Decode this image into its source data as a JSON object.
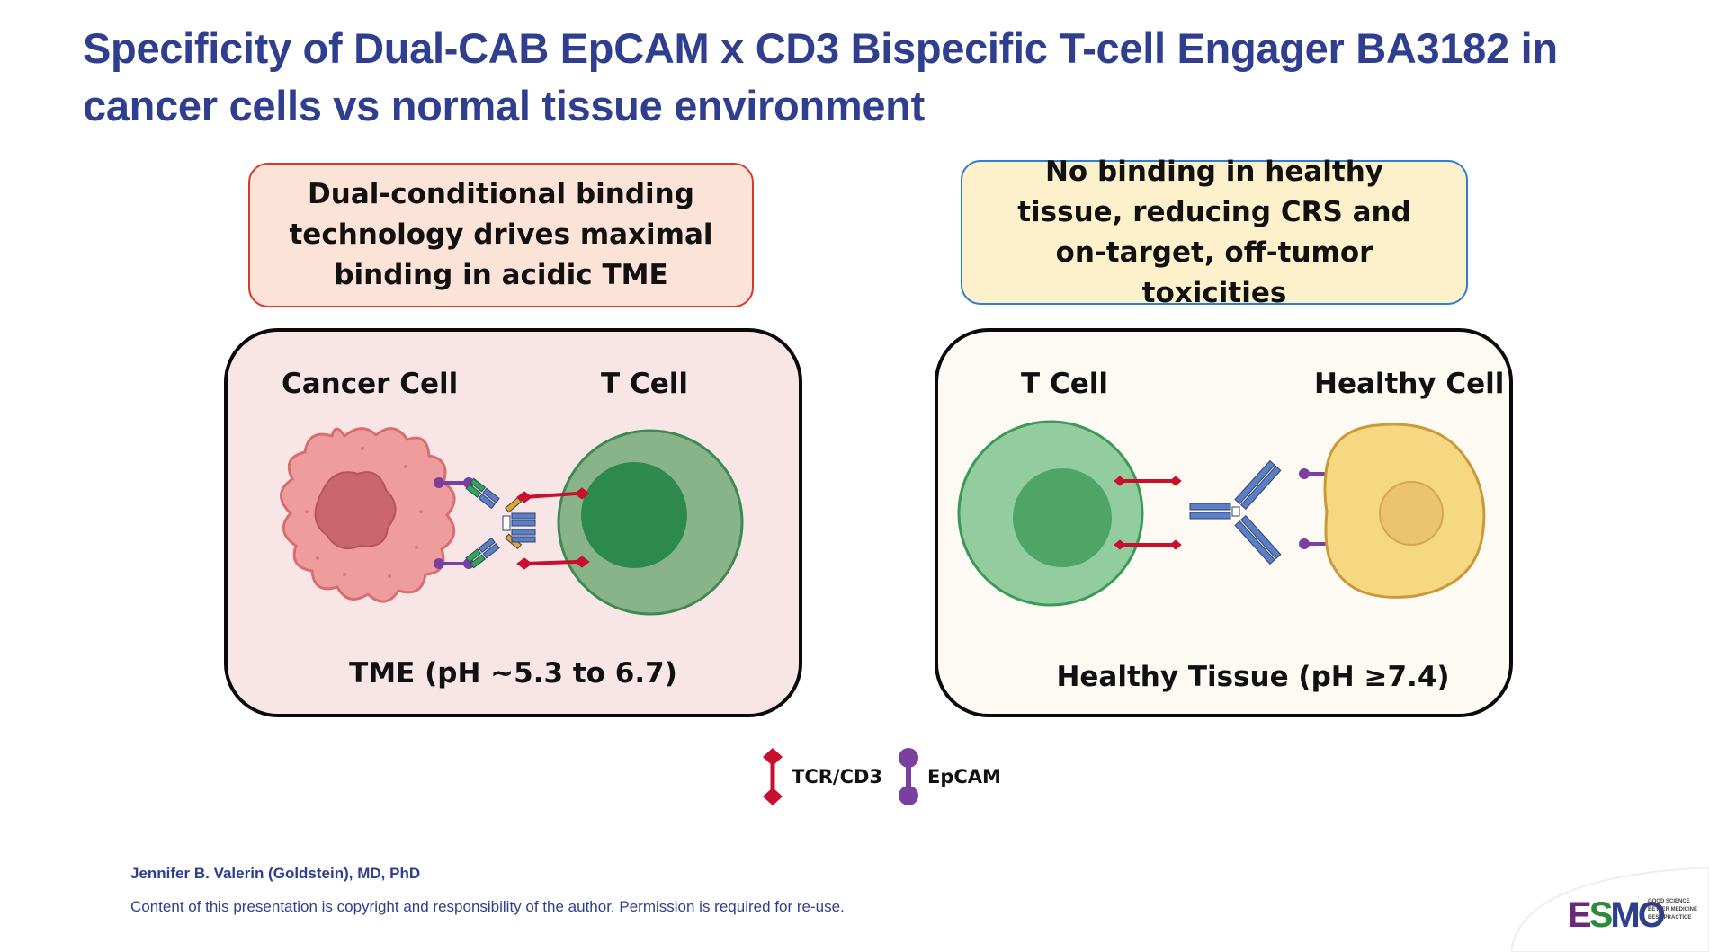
{
  "slide": {
    "title": "Specificity of Dual-CAB EpCAM x CD3 Bispecific T-cell Engager BA3182 in cancer cells vs normal tissue environment"
  },
  "left_panel": {
    "callout": "Dual-conditional binding technology drives maximal binding in acidic TME",
    "cell_left_label": "Cancer Cell",
    "cell_right_label": "T Cell",
    "environment_label": "TME (pH ~5.3 to 6.7)"
  },
  "right_panel": {
    "callout": "No binding in healthy tissue, reducing CRS and on-target, off-tumor toxicities",
    "cell_left_label": "T Cell",
    "cell_right_label": "Healthy Cell",
    "environment_label": "Healthy Tissue (pH ≥7.4)"
  },
  "legend": {
    "items": [
      {
        "label": "TCR/CD3",
        "color": "#c8102e",
        "icon": "tcr-cd3-receptor-icon"
      },
      {
        "label": "EpCAM",
        "color": "#7b3fa0",
        "icon": "epcam-receptor-icon"
      }
    ]
  },
  "footer": {
    "author": "Jennifer B. Valerin (Goldstein), MD, PhD",
    "copyright": "Content of this presentation is copyright and responsibility of the author. Permission is required for re-use.",
    "logo_text": "ESMO",
    "logo_tagline": [
      "GOOD SCIENCE",
      "BETTER MEDICINE",
      "BEST PRACTICE"
    ]
  },
  "colors": {
    "title_blue": "#2f3e8f",
    "tcr_red": "#c8102e",
    "epcam_purple": "#7b3fa0",
    "antibody_blue": "#5b7fc7"
  }
}
